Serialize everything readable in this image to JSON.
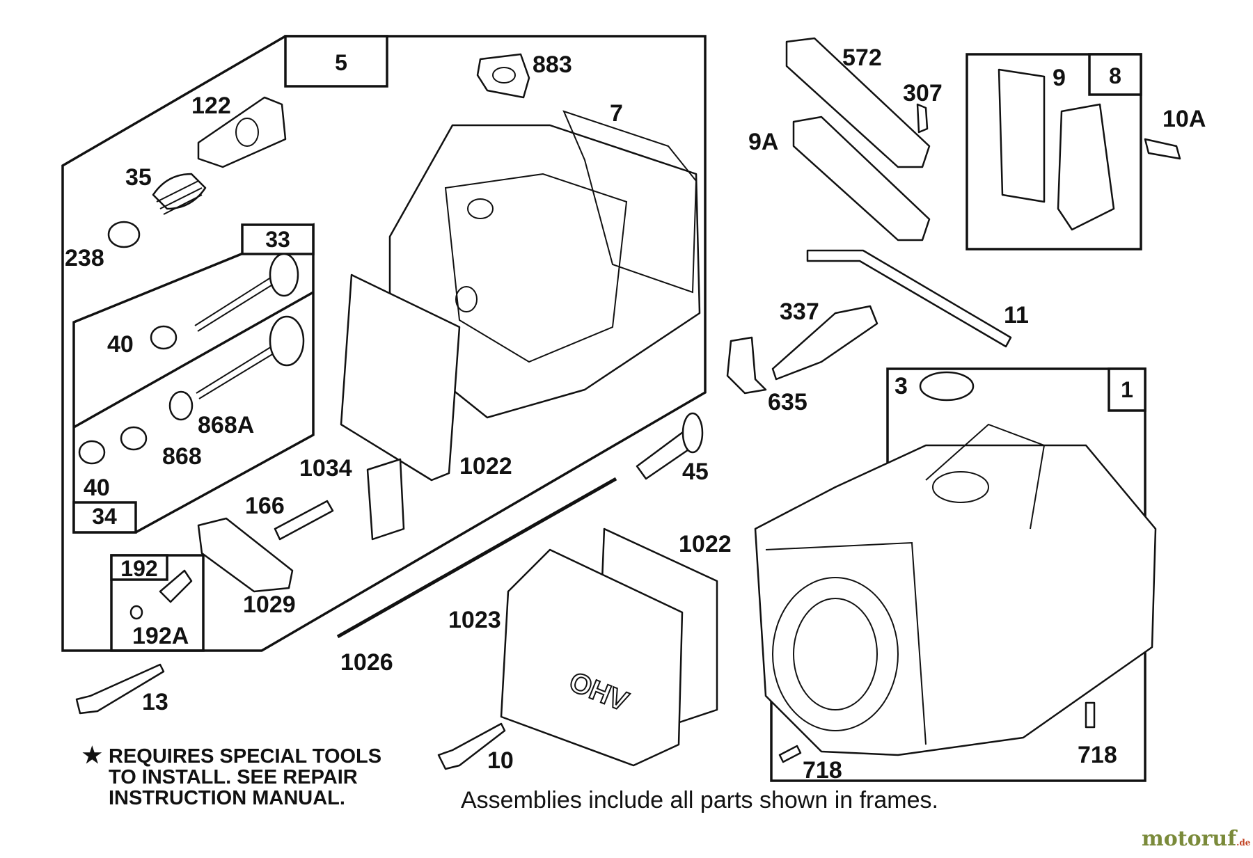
{
  "note": {
    "star": "★",
    "lines": [
      "REQUIRES SPECIAL TOOLS",
      "TO INSTALL.  SEE REPAIR",
      "INSTRUCTION MANUAL."
    ]
  },
  "assemblies_text": "Assemblies include all parts shown in frames.",
  "watermark": {
    "main": "motoruf",
    "suffix": ".de",
    "color": "#7a8a3a"
  },
  "frame_labels": {
    "head_assembly": "5",
    "valve_assembly_33": "33",
    "valve_assembly_34": "34",
    "breather_assembly": "192",
    "breather_box_9": "9",
    "breather_box_8": "8",
    "cylinder_assembly": "1"
  },
  "callouts": {
    "p883": "883",
    "p122": "122",
    "p7": "7",
    "p35": "35",
    "p238": "238",
    "p40a": "40",
    "p40b": "40",
    "p868a": "868A",
    "p868": "868",
    "p1034": "1034",
    "p1022a": "1022",
    "p166": "166",
    "p1029": "1029",
    "p192a": "192A",
    "p13": "13",
    "p1026": "1026",
    "p1023": "1023",
    "p1022b": "1022",
    "p10": "10",
    "p572": "572",
    "p307": "307",
    "p9a": "9A",
    "p10a": "10A",
    "p11": "11",
    "p337": "337",
    "p635": "635",
    "p45": "45",
    "p3": "3",
    "p718a": "718",
    "p718b": "718"
  },
  "icons": {
    "ohv_cover_text": "OHV"
  }
}
